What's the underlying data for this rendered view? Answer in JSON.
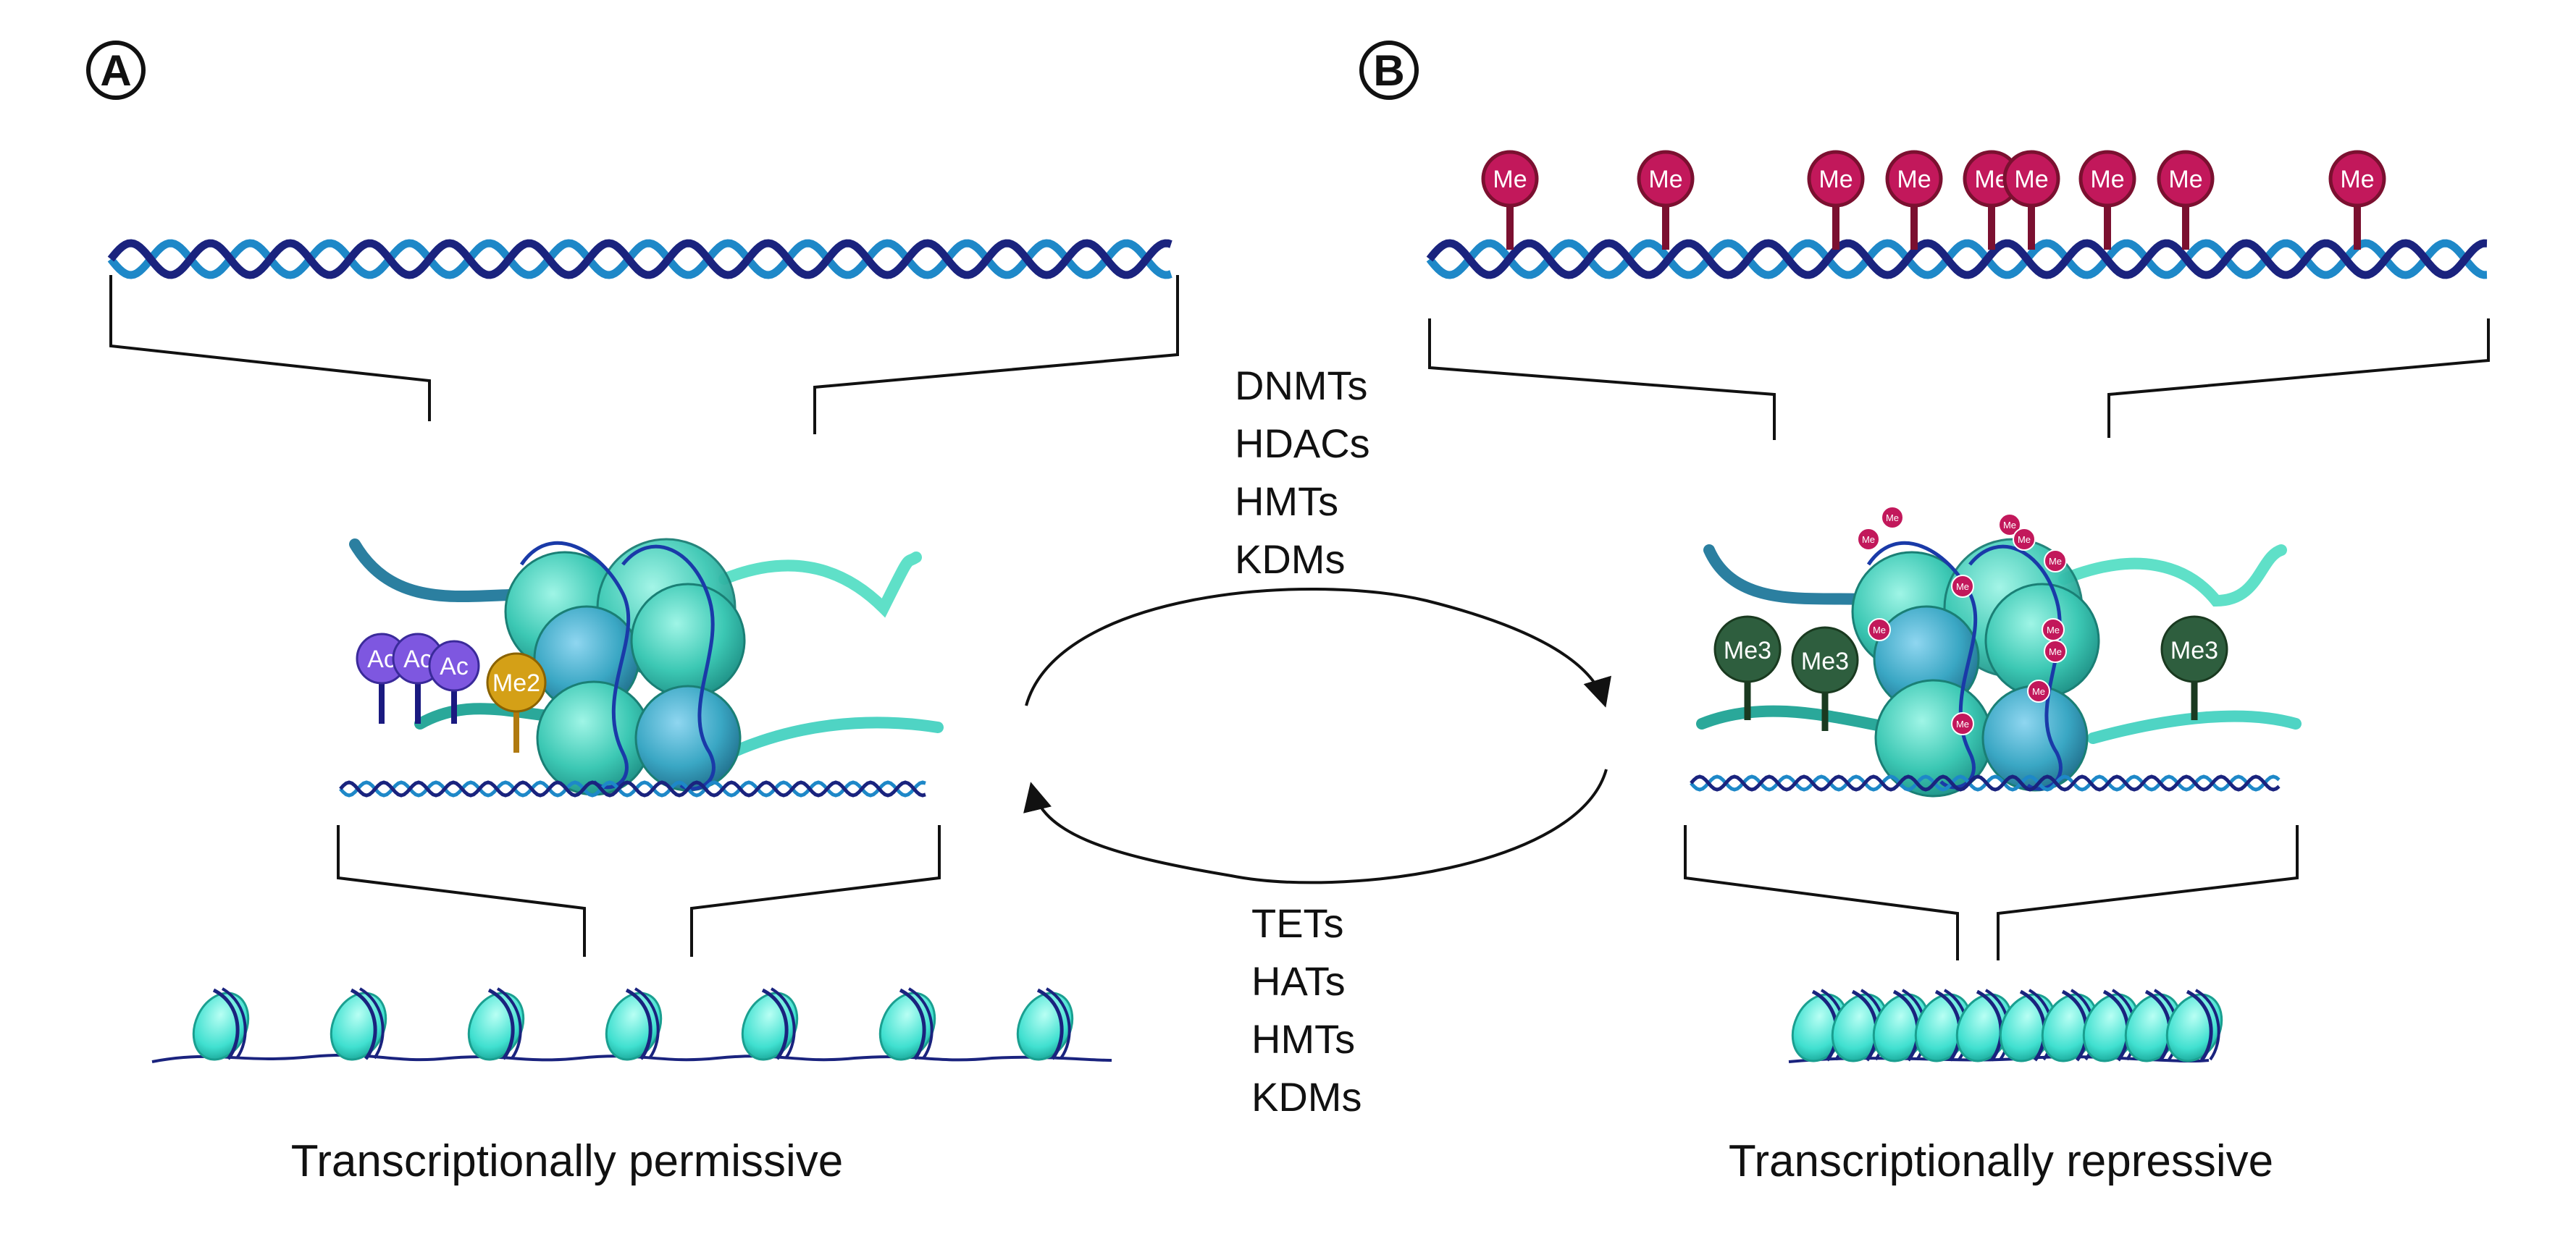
{
  "panels": {
    "a": {
      "label": "A",
      "caption": "Transcriptionally permissive"
    },
    "b": {
      "label": "B",
      "caption": "Transcriptionally repressive"
    }
  },
  "marks": {
    "dna_methyl": "Me",
    "acetyl": "Ac",
    "histone_dimethyl": "Me2",
    "histone_trimethyl": "Me3"
  },
  "enzymes_forward": [
    "DNMTs",
    "HDACs",
    "HMTs",
    "KDMs"
  ],
  "enzymes_reverse": [
    "TETs",
    "HATs",
    "HMTs",
    "KDMs"
  ],
  "colors": {
    "dna_dark": "#1a237e",
    "dna_light": "#1e88c8",
    "methyl_mark": "#c2185b",
    "methyl_stem": "#7b1030",
    "acetyl_mark": "#7e57e0",
    "me2_mark": "#d4a017",
    "me3_mark": "#2e5e3e",
    "histone": "#3cc8b4",
    "nucleosome": "#40e0d0"
  }
}
